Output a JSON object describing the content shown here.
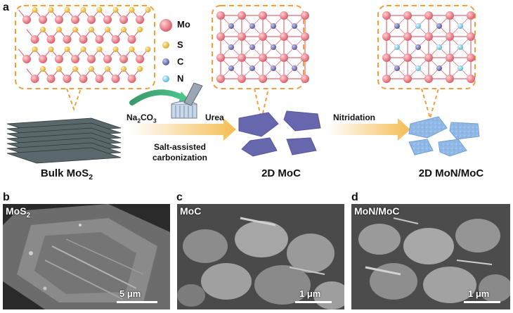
{
  "panels": {
    "a": "a",
    "b": "b",
    "c": "c",
    "d": "d"
  },
  "legend": [
    {
      "symbol": "Mo",
      "color": "#e8707a"
    },
    {
      "symbol": "S",
      "color": "#e9b93a"
    },
    {
      "symbol": "C",
      "color": "#6a6aa8"
    },
    {
      "symbol": "N",
      "color": "#79c9e6"
    }
  ],
  "schematic": {
    "bulk_label": "Bulk MoS2",
    "reagent_label": "Na2CO3",
    "urea_label": "Urea",
    "process_label_line1": "Salt-assisted",
    "process_label_line2": "carbonization",
    "moc_label": "2D MoC",
    "nitridation_label": "Nitridation",
    "mon_label": "2D MoN/MoC"
  },
  "sem_images": [
    {
      "id": "b",
      "label": "MoS2",
      "scale": "5 μm"
    },
    {
      "id": "c",
      "label": "MoC",
      "scale": "1 μm"
    },
    {
      "id": "d",
      "label": "MoN/MoC",
      "scale": "1 μm"
    }
  ],
  "colors": {
    "dashed_box": "#f0a040",
    "arrow_fill": "#f6c667",
    "sheet_moc": "#6666aa",
    "sheet_mon": "#8ab4e6",
    "bulk_layer": "#4a5558"
  }
}
